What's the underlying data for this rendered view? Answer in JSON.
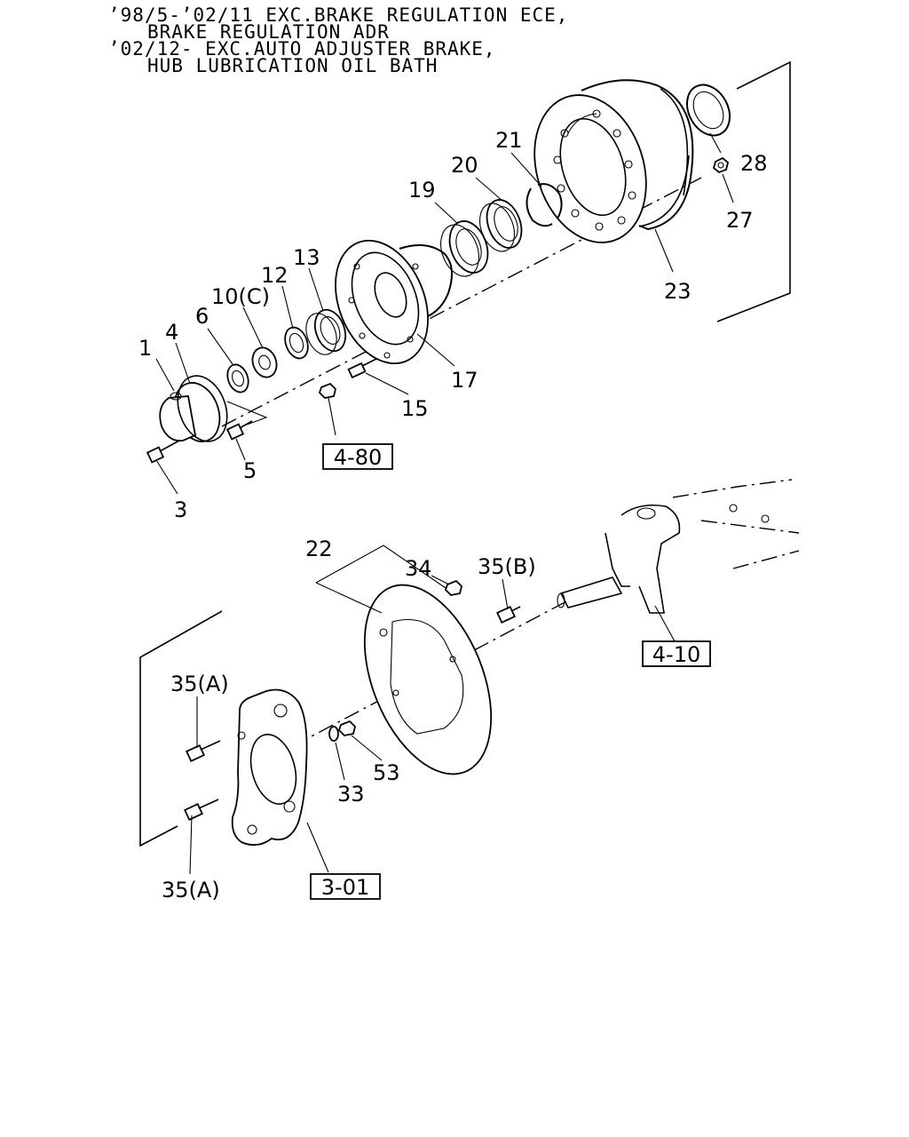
{
  "header": {
    "line1": "’98/5-’02/11 EXC.BRAKE REGULATION ECE,",
    "line2": "BRAKE REGULATION ADR",
    "line3": "’02/12- EXC.AUTO ADJUSTER BRAKE,",
    "line4": "HUB LUBRICATION OIL BATH"
  },
  "callouts": {
    "p1": "1",
    "p3": "3",
    "p4": "4",
    "p5": "5",
    "p6": "6",
    "p10": "10(C)",
    "p12": "12",
    "p13": "13",
    "p15": "15",
    "p17": "17",
    "p19": "19",
    "p20": "20",
    "p21": "21",
    "p22": "22",
    "p23": "23",
    "p27": "27",
    "p28": "28",
    "p33": "33",
    "p34": "34",
    "p35a_top": "35(A)",
    "p35a_bottom": "35(A)",
    "p35b": "35(B)",
    "p53": "53"
  },
  "references": {
    "ref_480": "4-80",
    "ref_410": "4-10",
    "ref_301": "3-01"
  }
}
